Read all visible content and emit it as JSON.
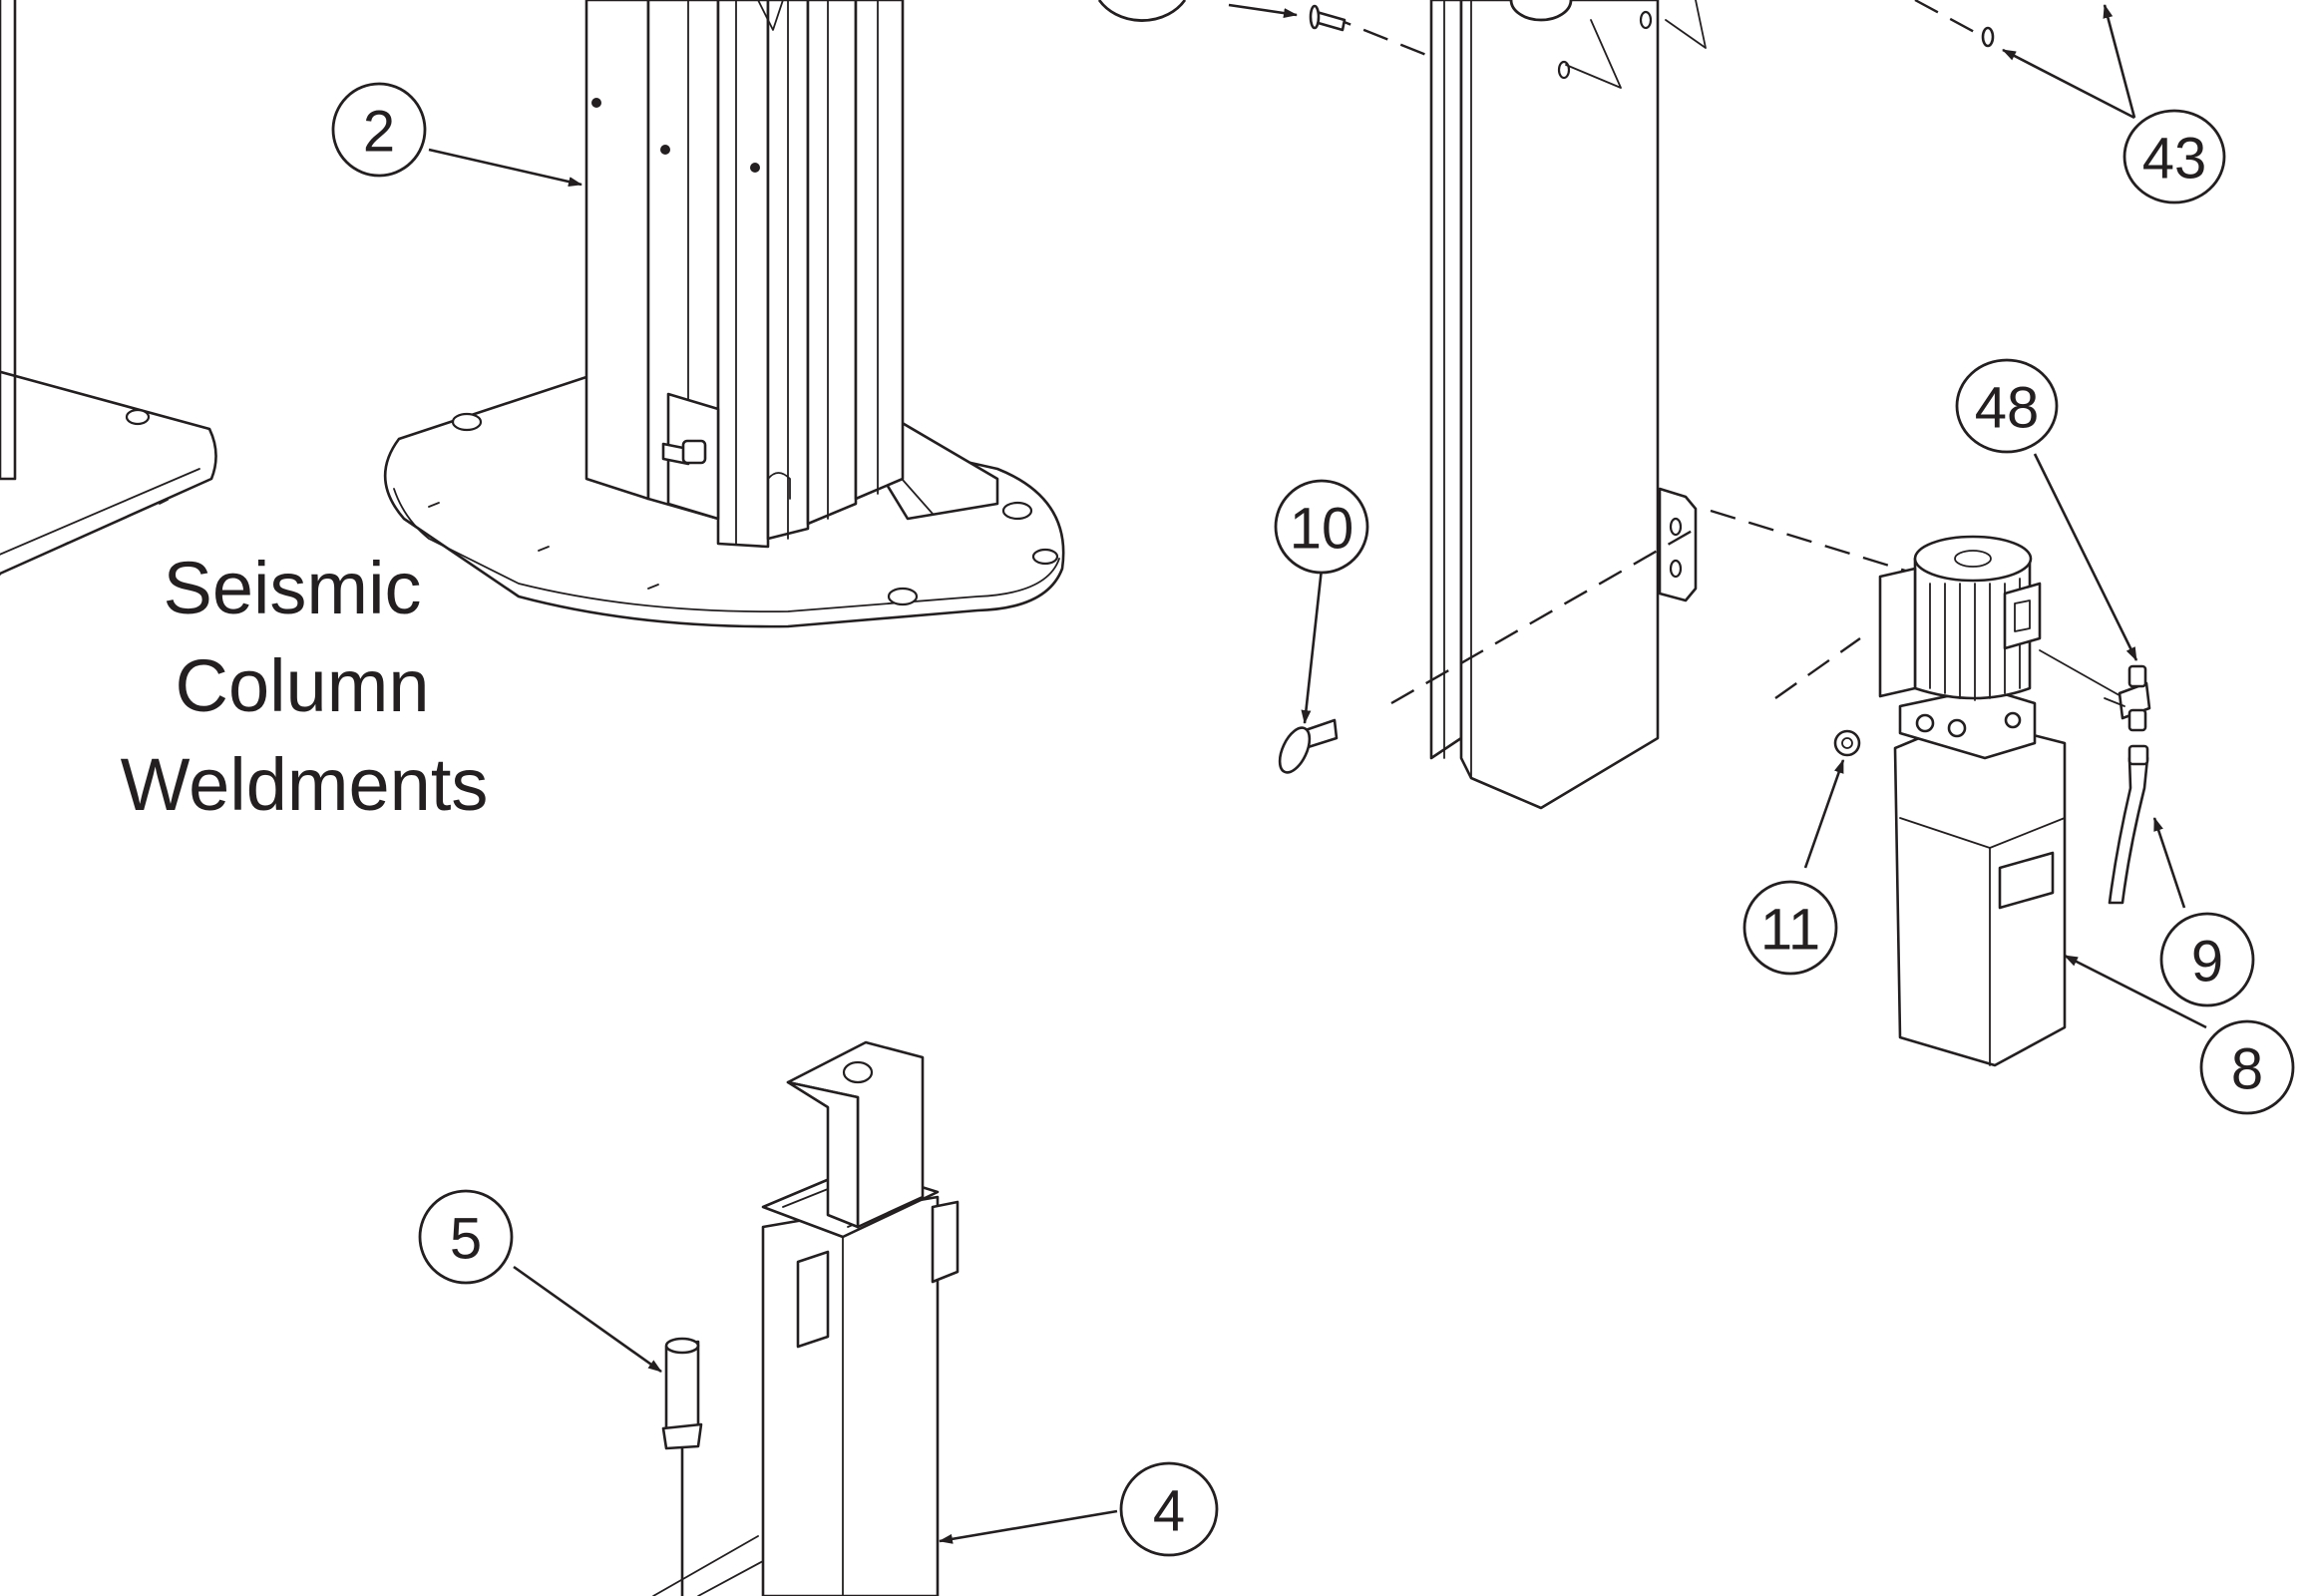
{
  "caption": {
    "lines": [
      "Seismic",
      "Column",
      "Weldments"
    ]
  },
  "callouts": [
    {
      "id": "c2",
      "label": "2"
    },
    {
      "id": "c43",
      "label": "43"
    },
    {
      "id": "c48",
      "label": "48"
    },
    {
      "id": "c10",
      "label": "10"
    },
    {
      "id": "c11",
      "label": "11"
    },
    {
      "id": "c9",
      "label": "9"
    },
    {
      "id": "c8",
      "label": "8"
    },
    {
      "id": "c5",
      "label": "5"
    },
    {
      "id": "c4",
      "label": "4"
    }
  ],
  "colors": {
    "line": "#231f20",
    "background": "#ffffff"
  }
}
